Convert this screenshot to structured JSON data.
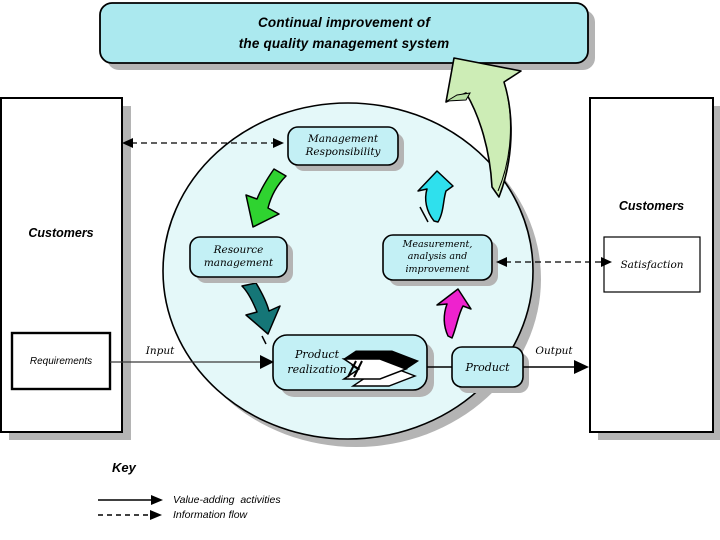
{
  "diagram": {
    "title": {
      "line1": "Continual improvement of",
      "line2": "the quality management system"
    },
    "left": {
      "label": "Customers",
      "requirements": "Requirements"
    },
    "right": {
      "label": "Customers",
      "satisfaction": "Satisfaction"
    },
    "nodes": {
      "management": {
        "line1": "Management",
        "line2": "Responsibility"
      },
      "resource": {
        "line1": "Resource",
        "line2": "management"
      },
      "measurement": {
        "line1": "Measurement,",
        "line2": "analysis and",
        "line3": "improvement"
      },
      "realization": {
        "line1": "Product",
        "line2": "realization"
      },
      "product": "Product"
    },
    "labels": {
      "input": "Input",
      "output": "Output"
    },
    "key": {
      "title": "Key",
      "solid_label": "Value-adding  activities",
      "dashed_label": "Information flow"
    },
    "colors": {
      "banner_fill": "#abe9ef",
      "node_fill": "#c3f0f5",
      "circle_fill": "#e4f8f9",
      "shadow": "#b4b4b4",
      "arrow_green": "#2fd330",
      "arrow_cyan": "#2fe0ed",
      "arrow_teal": "#157677",
      "arrow_magenta": "#ee22ce",
      "arrow_big_green": "#cdedb6"
    }
  }
}
